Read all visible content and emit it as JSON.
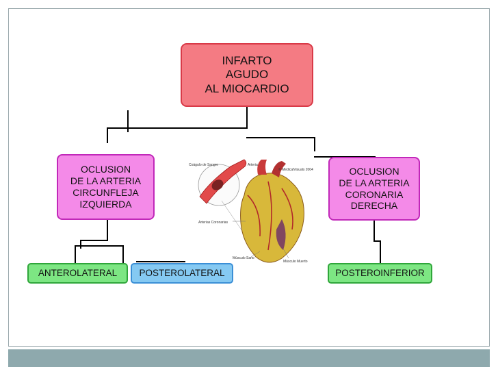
{
  "diagram": {
    "root": {
      "lines": [
        "INFARTO",
        "AGUDO",
        "AL MIOCARDIO"
      ]
    },
    "left_branch": {
      "lines": [
        "OCLUSION",
        "DE LA ARTERIA",
        "CIRCUNFLEJA",
        "IZQUIERDA"
      ]
    },
    "right_branch": {
      "lines": [
        "OCLUSION",
        "DE LA ARTERIA",
        "CORONARIA",
        "DERECHA"
      ]
    },
    "leaves": {
      "anterolateral": "ANTEROLATERAL",
      "posterolateral": "POSTEROLATERAL",
      "posteroinferior": "POSTEROINFERIOR"
    }
  },
  "illustration": {
    "labels": {
      "clot": "Coágulo de Sangre",
      "artery": "Arteria",
      "coronary": "Arterias Coronarias",
      "healthy": "Músculo Sano",
      "dead": "Músculo Muerto",
      "copyright": "© MedicalVisuals 2004"
    }
  },
  "colors": {
    "root_fill": "#f47b83",
    "branch_fill": "#f48ae8",
    "leaf_green": "#7de683",
    "leaf_blue": "#85c9f2",
    "footer_bar": "#8ea9ad"
  }
}
